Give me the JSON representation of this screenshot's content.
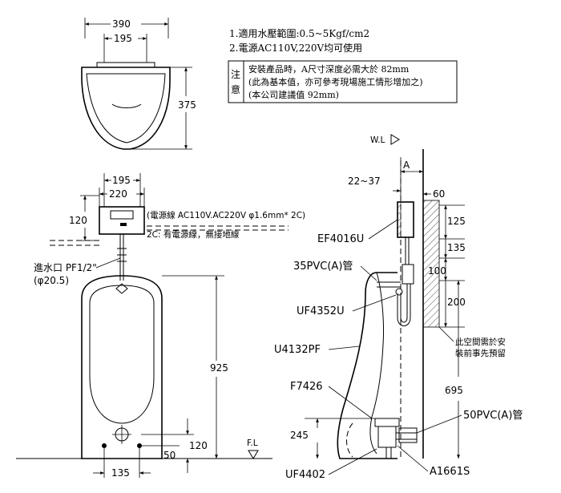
{
  "notes": {
    "line1": "1.適用水壓範圍:0.5~5Kgf/cm2",
    "line2": "2.電源AC110V,220V均可使用",
    "box_label": "注意",
    "box_line1": "安裝產品時，A尺寸深度必需大於 82mm",
    "box_line2": "(此為基本值，亦可參考現場施工情形增加之)",
    "box_line3": "(本公司建議值 92mm)"
  },
  "top_view": {
    "dim_width": "390",
    "dim_inner": "195",
    "dim_height": "375"
  },
  "front_view": {
    "dim_195": "195",
    "dim_220": "220",
    "dim_120_top": "120",
    "power_label": "(電源線 AC110V.AC220V φ1.6mm* 2C)",
    "power_note": "2C: 有電源線，無接地線",
    "inlet_label": "進水口 PF1/2\"",
    "inlet_diam": "(φ20.5)",
    "dim_925": "925",
    "dim_120_bottom": "120",
    "dim_50": "50",
    "dim_135": "135",
    "floor_label": "F.L"
  },
  "side_view": {
    "wall_label": "W.L",
    "dim_A": "A",
    "dim_22_37": "22~37",
    "dim_60": "60",
    "dim_125": "125",
    "dim_135": "135",
    "dim_100": "100",
    "dim_200": "200",
    "dim_695": "695",
    "dim_245": "245",
    "part_ef4016": "EF4016U",
    "part_pvc35": "35PVC(A)管",
    "part_uf4352": "UF4352U",
    "part_u4132": "U4132PF",
    "part_f7426": "F7426",
    "part_pvc50": "50PVC(A)管",
    "part_uf4402": "UF4402",
    "part_a1661": "A1661S",
    "space_note1": "此空間需於安",
    "space_note2": "裝前事先預留"
  }
}
